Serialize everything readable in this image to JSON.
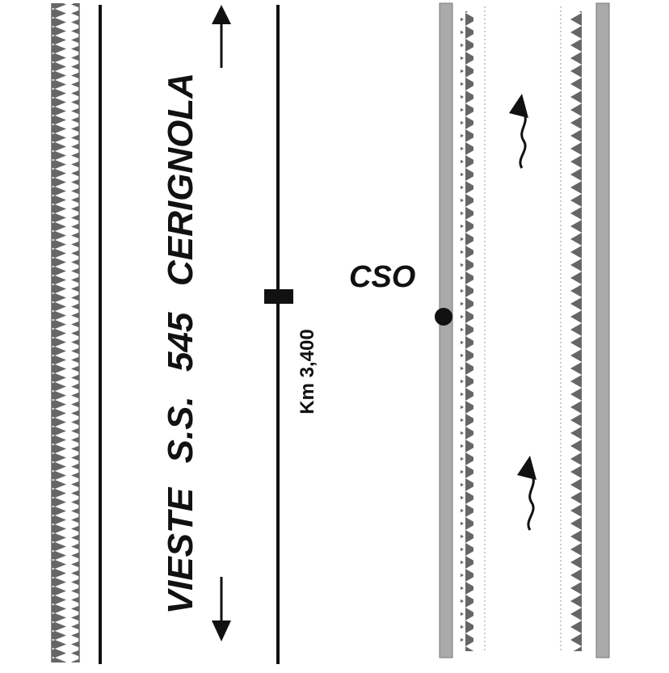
{
  "labels": {
    "destination_south": "VIESTE",
    "road_name": "S.S. 545",
    "destination_north": "CERIGNOLA",
    "kilometer_marker": "Km 3,400",
    "site_code": "CSO"
  },
  "colors": {
    "line": "#111111",
    "barrier_fill": "#aaaaaa",
    "barrier_stroke": "#777777",
    "teeth": "#666666",
    "dotted_line": "#9a9a9a"
  },
  "icons": {
    "south_arrow": "arrow-down-icon",
    "north_arrow": "arrow-up-icon",
    "squiggle_arrow": "wavy-arrow-up-icon",
    "marker": "km-marker-bar-icon",
    "point": "site-point-icon"
  }
}
